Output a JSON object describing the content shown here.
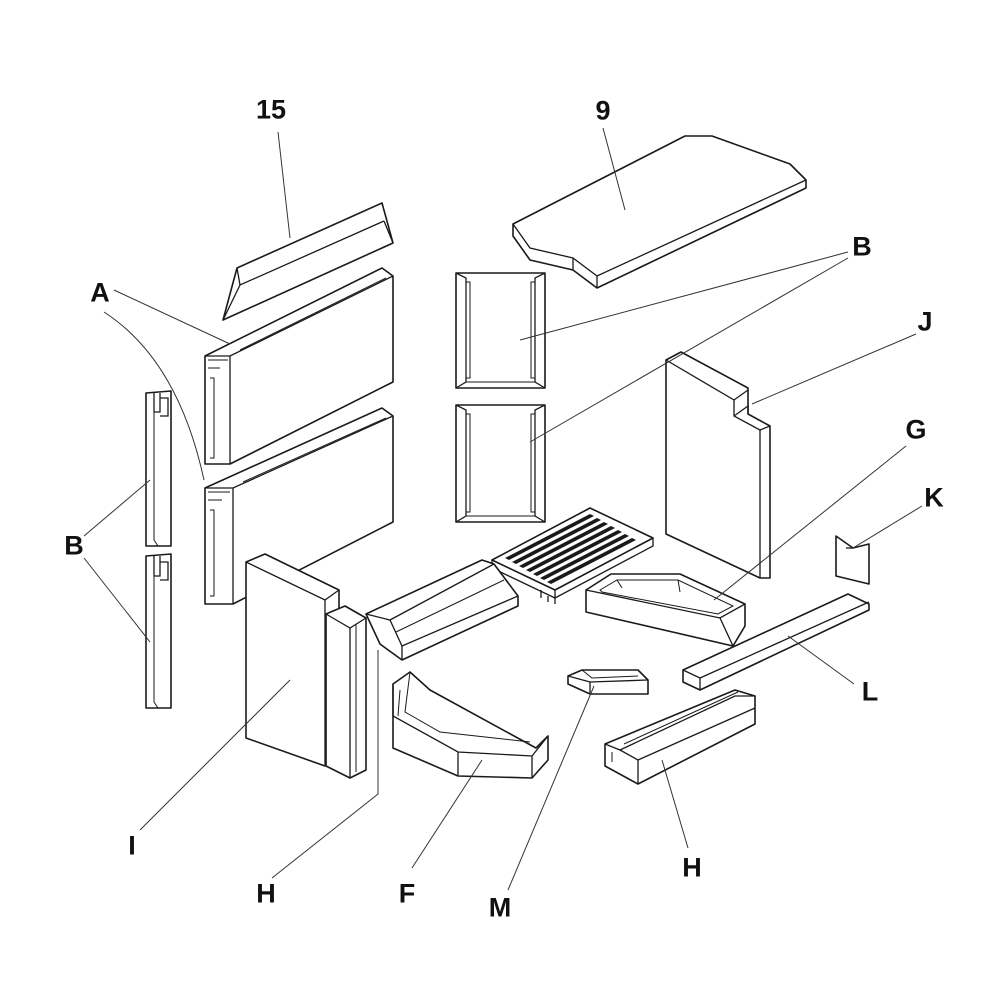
{
  "labels": {
    "part_15": "15",
    "part_9": "9",
    "part_a": "A",
    "part_b_right": "B",
    "part_b_left": "B",
    "part_j": "J",
    "part_g": "G",
    "part_k": "K",
    "part_l": "L",
    "part_i": "I",
    "part_h_left": "H",
    "part_f": "F",
    "part_m": "M",
    "part_h_right": "H"
  }
}
